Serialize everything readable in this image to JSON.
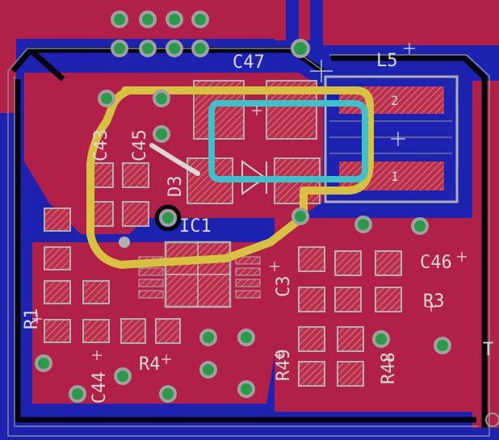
{
  "view": {
    "layer_colors": {
      "top_copper": "#b02048",
      "bottom_copper": "#1e22b0",
      "silk": "#d8d8d8",
      "via": "#2a9a4a",
      "trace_yellow": "#d8c040",
      "trace_cyan": "#40c0c8",
      "pad_outline": "#b0b0b0",
      "pad_fill": "#c0364e"
    }
  },
  "labels": {
    "c47": "C47",
    "l5": "L5",
    "c43": "C43",
    "c45": "C45",
    "d3": "D3",
    "ic1": "IC1",
    "c46": "C46",
    "c3": "C3",
    "r3": "R3",
    "r1": "R1",
    "c44": "C44",
    "r4": "R4",
    "r49": "R49",
    "r48": "R48",
    "t_partial": "T",
    "pin1": "1",
    "pin2": "2"
  }
}
